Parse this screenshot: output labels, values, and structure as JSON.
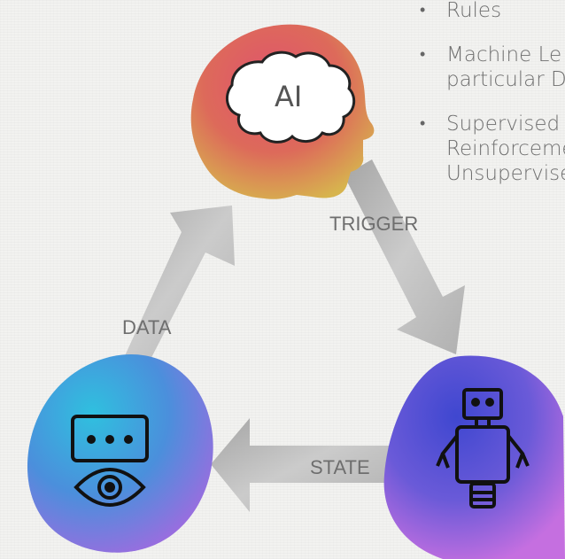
{
  "diagram": {
    "nodes": [
      {
        "id": "ai",
        "label": "AI",
        "icon": "brain-icon",
        "colors": [
          "#e8456a",
          "#d9a24a"
        ]
      },
      {
        "id": "sensor",
        "icon": "eye-sensor-icon",
        "colors": [
          "#2fb6d8",
          "#8a6be0"
        ]
      },
      {
        "id": "robot",
        "icon": "robot-icon",
        "colors": [
          "#4a4fd6",
          "#c06ce0"
        ]
      }
    ],
    "edges": [
      {
        "from": "ai",
        "to": "robot",
        "label": "TRIGGER"
      },
      {
        "from": "robot",
        "to": "sensor",
        "label": "STATE"
      },
      {
        "from": "sensor",
        "to": "ai",
        "label": "DATA"
      }
    ]
  },
  "bullets": [
    {
      "lines": [
        "Rules"
      ]
    },
    {
      "lines": [
        "Machine Le",
        "particular D"
      ]
    },
    {
      "lines": [
        "Supervised",
        "Reinforceme",
        "Unsupervise"
      ]
    }
  ]
}
